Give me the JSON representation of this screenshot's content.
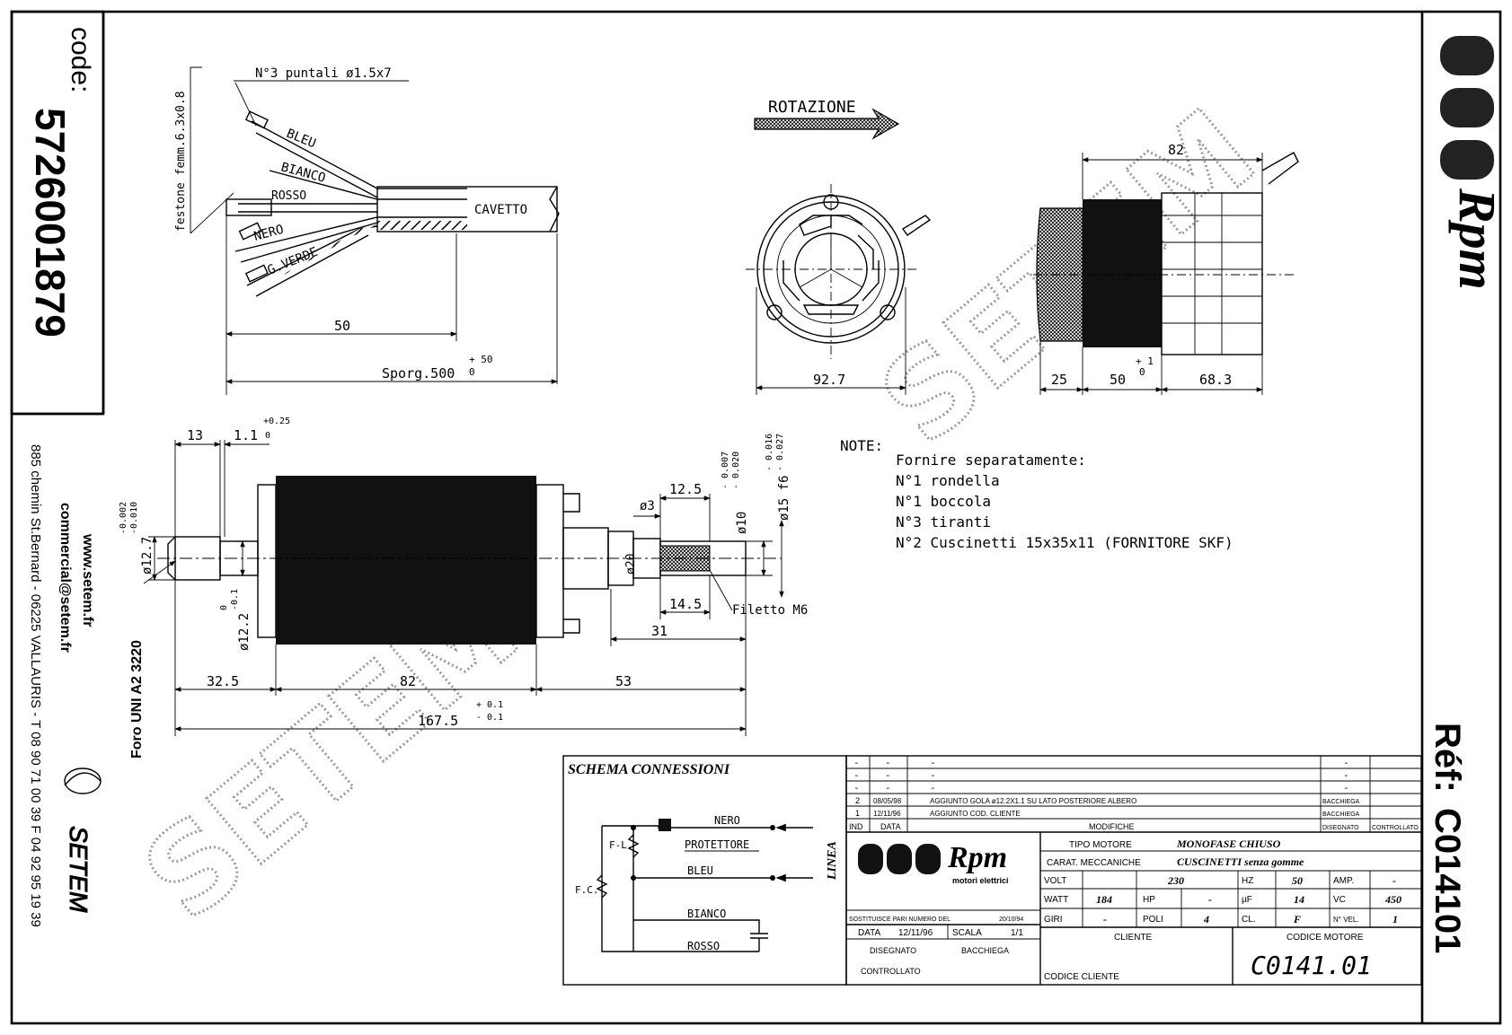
{
  "side_panel": {
    "code_label": "code:",
    "code_value": "5726001879",
    "website": "www.setem.fr",
    "email": "commercial@setem.fr",
    "address": "885 chemin St.Bernard - 06225 VALLAURIS - T 08 90 71 00 39  F 04 92 95 19 39",
    "brand": "SETEM"
  },
  "right_panel": {
    "brand": "Rpm",
    "ref_label": "Réf:",
    "ref_value": "C014101"
  },
  "watermark": "SETEM",
  "cable_view": {
    "puntali": "N°3 puntali ø1.5x7",
    "festone": "festone femm.6.3x0.8",
    "wires": [
      "BLEU",
      "BIANCO",
      "ROSSO",
      "NERO",
      "G.VERDE"
    ],
    "cavetto": "CAVETTO",
    "dim_50": "50",
    "sporg": "Sporg.500",
    "sporg_tol_plus": "+ 50",
    "sporg_tol_zero": "0"
  },
  "rotation_label": "ROTAZIONE",
  "front_view": {
    "dim_width": "92.7"
  },
  "side_view": {
    "dim_82": "82",
    "dim_25": "25",
    "dim_50": "50",
    "dim_50_tol_plus": "+ 1",
    "dim_50_tol_zero": "0",
    "dim_68": "68.3"
  },
  "shaft_view": {
    "dim_13": "13",
    "dim_1_1": "1.1",
    "dim_1_1_tol_plus": "+0.25",
    "dim_1_1_tol_zero": "0",
    "dim_12_5": "12.5",
    "dim_phi3": "ø3",
    "dim_phi10": "ø10",
    "dim_phi10_tol_a": "- 0.007",
    "dim_phi10_tol_b": "- 0.020",
    "dim_phi15": "ø15 f6",
    "dim_phi15_tol_a": "- 0.016",
    "dim_phi15_tol_b": "- 0.027",
    "dim_phi12_7": "ø12.7",
    "dim_phi12_7_tol_a": "-0.002",
    "dim_phi12_7_tol_b": "-0.010",
    "dim_phi12_2": "ø12.2",
    "dim_phi12_2_tol_a": "0",
    "dim_phi12_2_tol_b": "-0.1",
    "dim_phi20": "ø20",
    "dim_14_5": "14.5",
    "filetto": "Filetto  M6",
    "dim_31": "31",
    "dim_32_5": "32.5",
    "dim_82": "82",
    "dim_53": "53",
    "dim_167_5": "167.5",
    "dim_167_tol_plus": "+ 0.1",
    "dim_167_tol_minus": "- 0.1",
    "foro": "Foro UNI A2 3220"
  },
  "notes": {
    "title": "NOTE:",
    "lines": [
      "Fornire separatamente:",
      "N°1 rondella",
      "N°1 boccola",
      "N°3 tiranti",
      "N°2 Cuscinetti 15x35x11 (FORNITORE SKF)"
    ]
  },
  "schema": {
    "title": "SCHEMA CONNESSIONI",
    "nero": "NERO",
    "protettore": "PROTETTORE",
    "bleu": "BLEU",
    "bianco": "BIANCO",
    "rosso": "ROSSO",
    "linea": "LINEA",
    "fl": "F-L.",
    "fc": "F.C."
  },
  "title_block": {
    "dash": "-",
    "mod_rows": [
      {
        "ind": "2",
        "data": "08/05/98",
        "desc": "AGGIUNTO GOLA ø12.2X1.1 SU LATO POSTERIORE ALBERO",
        "dis": "BACCHIEGA"
      },
      {
        "ind": "1",
        "data": "12/11/96",
        "desc": "AGGIUNTO COD. CLIENTE",
        "dis": "BACCHIEGA"
      }
    ],
    "hdr_ind": "IND",
    "hdr_data": "DATA",
    "hdr_modifiche": "MODIFICHE",
    "hdr_disegnato": "DISEGNATO",
    "hdr_controllato": "CONTROLLATO",
    "logo_text": "Rpm",
    "logo_sub": "motori elettrici",
    "sostituisce": "SOSTITUISCE PARI NUMERO DEL",
    "sostituisce_date": "20/10/94",
    "data_label": "DATA",
    "data_value": "12/11/96",
    "scala_label": "SCALA",
    "scala_value": "1/1",
    "disegnato": "DISEGNATO",
    "disegnato_value": "BACCHIEGA",
    "controllato": "CONTROLLATO",
    "tipo_label": "TIPO MOTORE",
    "tipo_value": "MONOFASE CHIUSO",
    "carat_label": "CARAT. MECCANICHE",
    "carat_value": "CUSCINETTI senza gomme",
    "volt_label": "VOLT",
    "volt_value": "230",
    "hz_label": "HZ",
    "hz_value": "50",
    "amp_label": "AMP.",
    "amp_value": "-",
    "watt_label": "WATT",
    "watt_value": "184",
    "hp_label": "HP",
    "hp_value": "-",
    "uf_label": "µF",
    "uf_value": "14",
    "vc_label": "VC",
    "vc_value": "450",
    "giri_label": "GIRI",
    "giri_value": "-",
    "poli_label": "POLI",
    "poli_value": "4",
    "cl_label": "CL.",
    "cl_value": "F",
    "nvel_label": "N° VEL.",
    "nvel_value": "1",
    "cliente_label": "CLIENTE",
    "codice_motore_label": "CODICE MOTORE",
    "codice_cliente_label": "CODICE CLIENTE",
    "codice_motore_value": "C0141.01"
  }
}
